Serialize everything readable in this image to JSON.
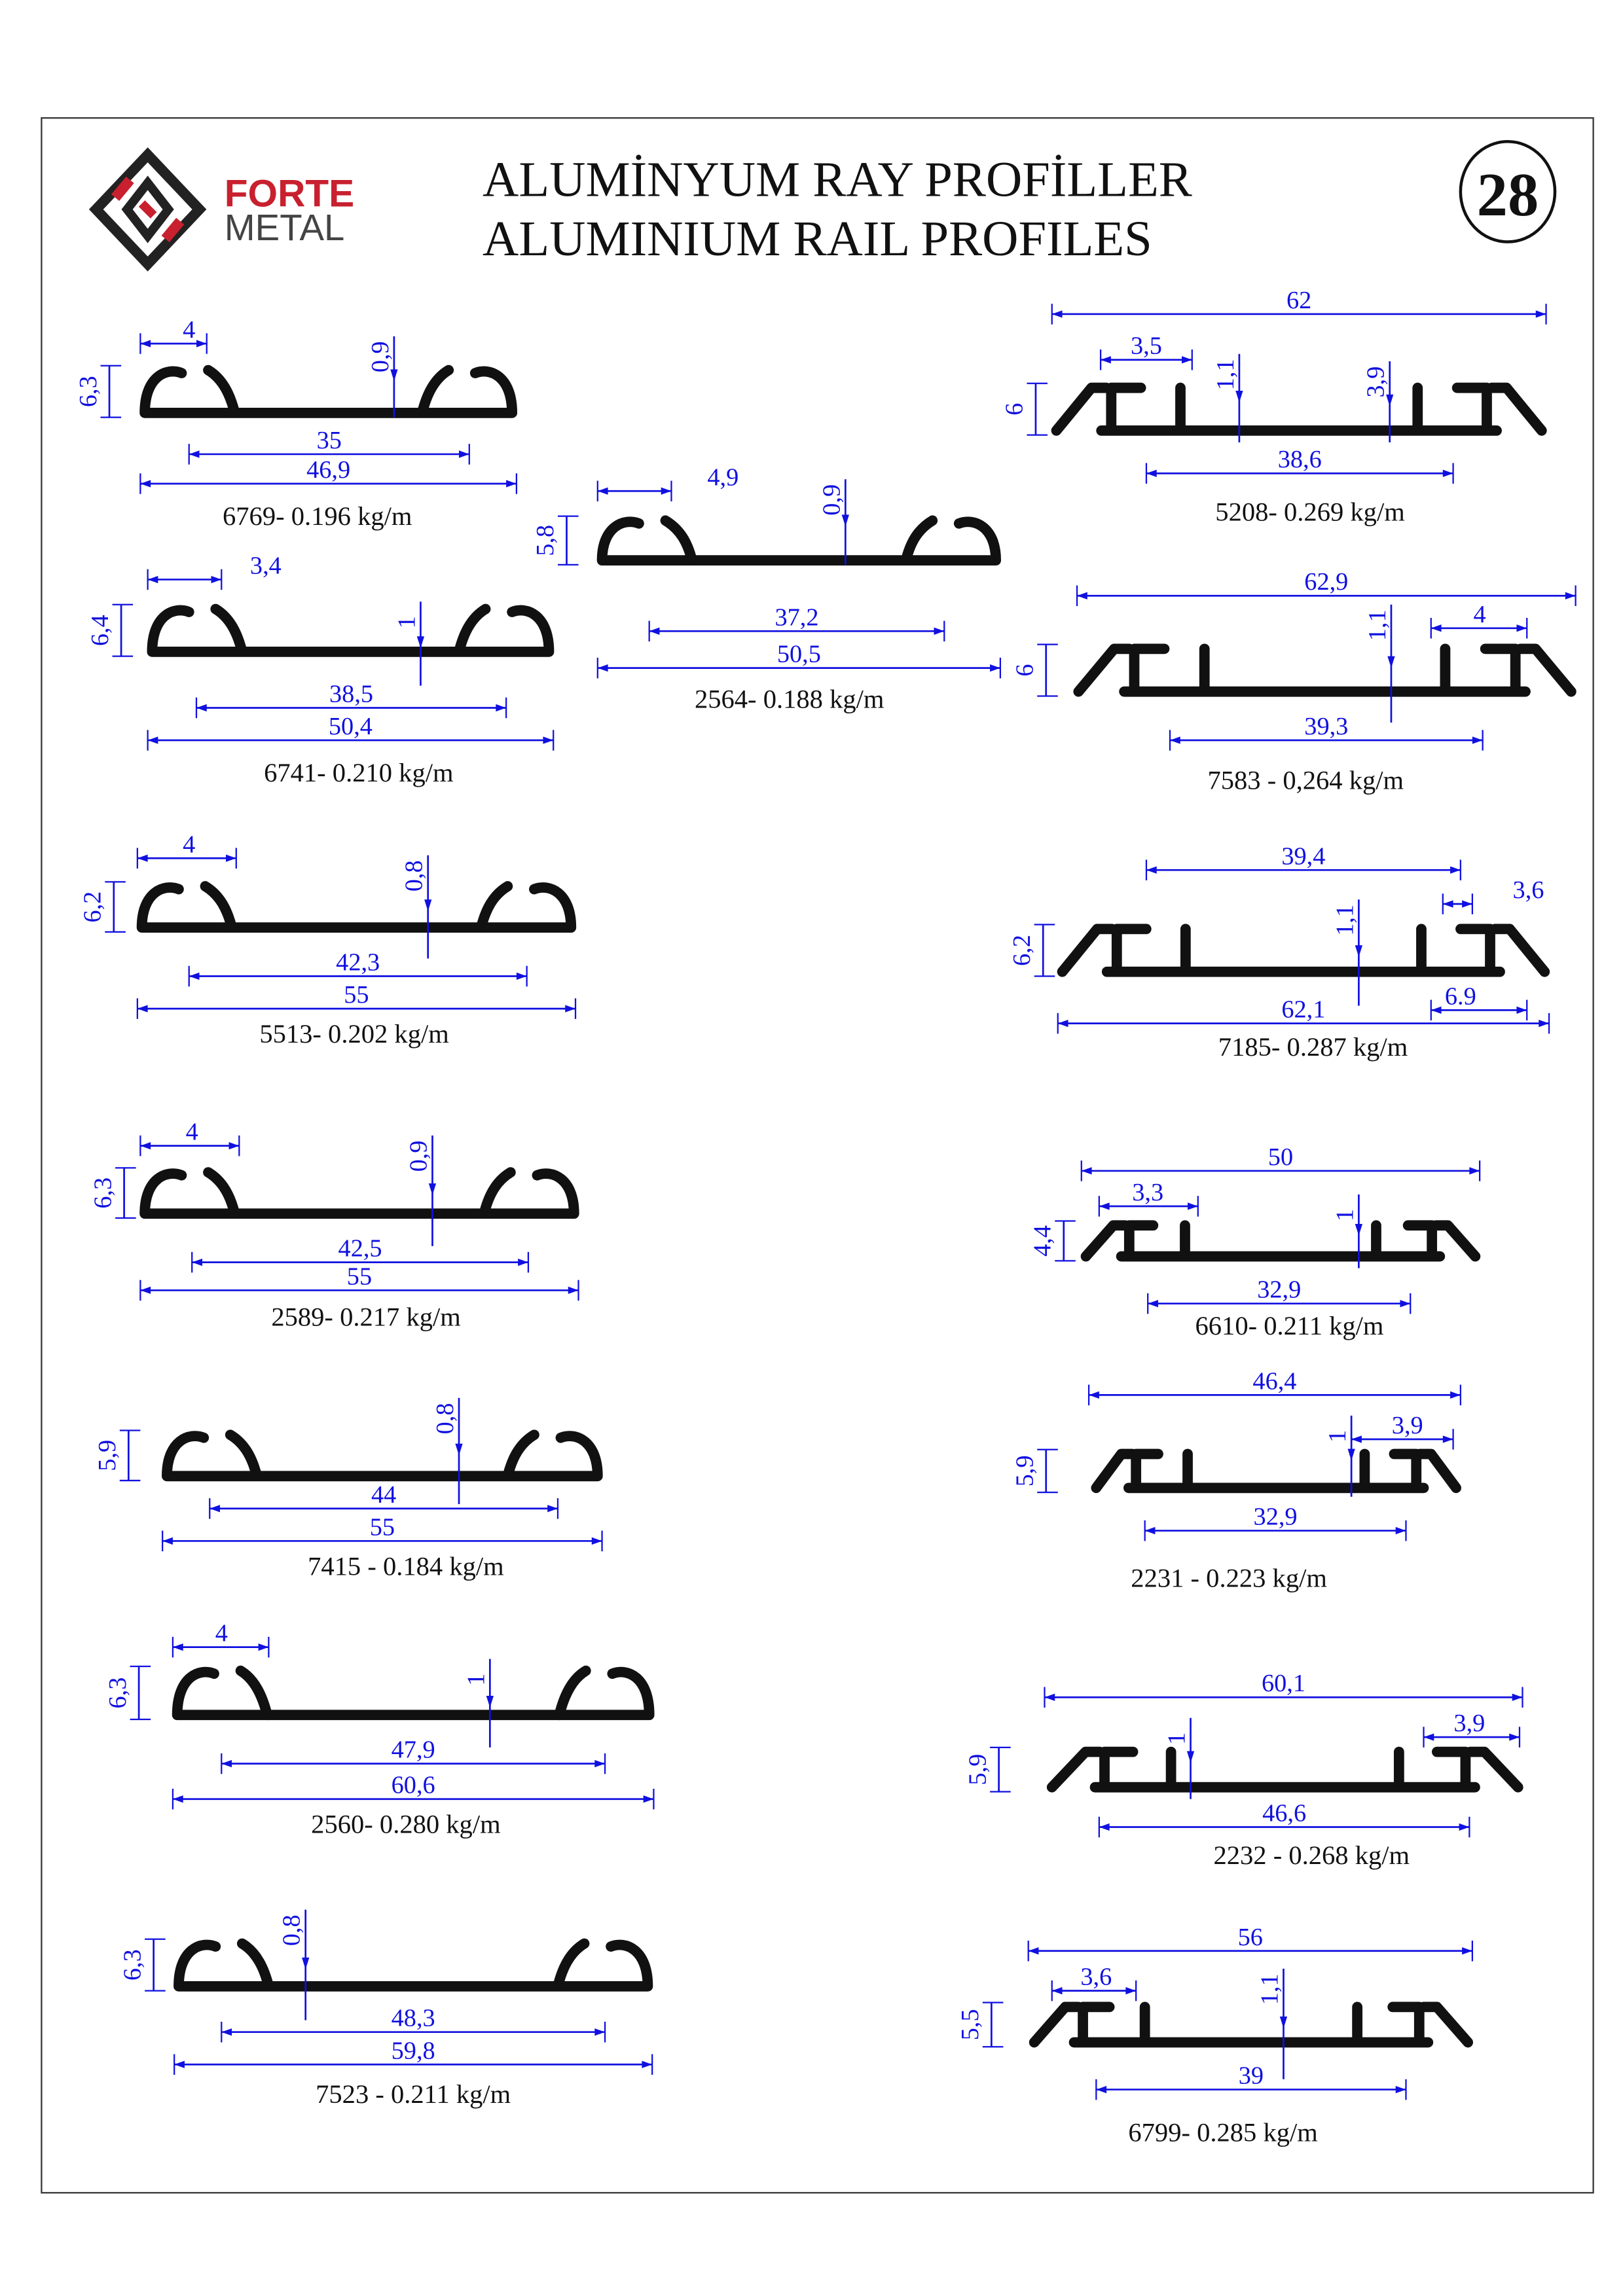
{
  "header": {
    "brand_line1": "FORTE",
    "brand_line2": "METAL",
    "title_tr": "ALUMİNYUM RAY PROFİLLER",
    "title_en": "ALUMINIUM RAIL PROFILES",
    "page_number": "28"
  },
  "colors": {
    "dimension": "#1010e0",
    "brand_red": "#c8202f",
    "brand_gray": "#444444",
    "profile": "#111111"
  },
  "profiles": [
    {
      "caption": "6769- 0.196 kg/m",
      "dims": [
        "6,3",
        "4",
        "0,9",
        "35",
        "46,9"
      ]
    },
    {
      "caption": "2564- 0.188 kg/m",
      "dims": [
        "5,8",
        "4,9",
        "0,9",
        "37,2",
        "50,5"
      ]
    },
    {
      "caption": "6741- 0.210 kg/m",
      "dims": [
        "6,4",
        "3,4",
        "1",
        "38,5",
        "50,4"
      ]
    },
    {
      "caption": "5513- 0.202 kg/m",
      "dims": [
        "6,2",
        "4",
        "0,8",
        "42,3",
        "55"
      ]
    },
    {
      "caption": "2589- 0.217 kg/m",
      "dims": [
        "6,3",
        "4",
        "0,9",
        "42,5",
        "55"
      ]
    },
    {
      "caption": "7415 - 0.184 kg/m",
      "dims": [
        "5,9",
        "0,8",
        "44",
        "55"
      ]
    },
    {
      "caption": "2560- 0.280 kg/m",
      "dims": [
        "6,3",
        "4",
        "1",
        "47,9",
        "60,6"
      ]
    },
    {
      "caption": "7523 - 0.211 kg/m",
      "dims": [
        "6,3",
        "0,8",
        "48,3",
        "59,8"
      ]
    },
    {
      "caption": "5208- 0.269 kg/m",
      "dims": [
        "62",
        "3,5",
        "1,1",
        "6",
        "3,9",
        "38,6"
      ]
    },
    {
      "caption": "7583 - 0,264 kg/m",
      "dims": [
        "62,9",
        "1,1",
        "4",
        "6",
        "39,3"
      ]
    },
    {
      "caption": "7185- 0.287 kg/m",
      "dims": [
        "39,4",
        "3,6",
        "1,1",
        "6,2",
        "62,1",
        "6.9"
      ]
    },
    {
      "caption": "6610- 0.211 kg/m",
      "dims": [
        "50",
        "3,3",
        "4,4",
        "1",
        "32,9"
      ]
    },
    {
      "caption": "2231 - 0.223 kg/m",
      "dims": [
        "46,4",
        "3,9",
        "5,9",
        "1",
        "32,9"
      ]
    },
    {
      "caption": "2232 - 0.268 kg/m",
      "dims": [
        "60,1",
        "3,9",
        "5,9",
        "1",
        "46,6"
      ]
    },
    {
      "caption": "6799- 0.285 kg/m",
      "dims": [
        "56",
        "3,6",
        "1,1",
        "5,5",
        "39"
      ]
    }
  ]
}
